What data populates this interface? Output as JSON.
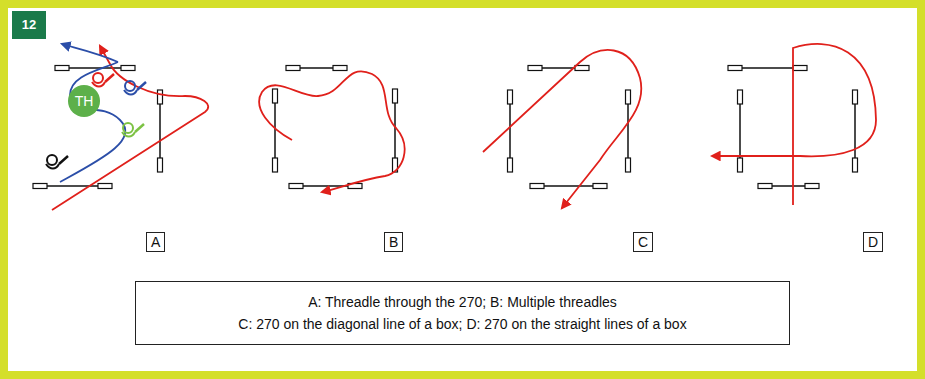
{
  "diagram": {
    "nodes": [
      {
        "text": [
          "12"
        ]
      },
      {
        "text": [
          "TH"
        ]
      },
      {
        "text": [
          "A"
        ]
      },
      {
        "text": [
          "B"
        ]
      },
      {
        "text": [
          "C"
        ]
      },
      {
        "text": [
          "D"
        ]
      },
      {
        "text": [
          "A: Threadle through the 270; B: Multiple threadles",
          "C: 270 on the diagonal line of a box; D: 270 on the straight lines of a box"
        ]
      }
    ]
  }
}
